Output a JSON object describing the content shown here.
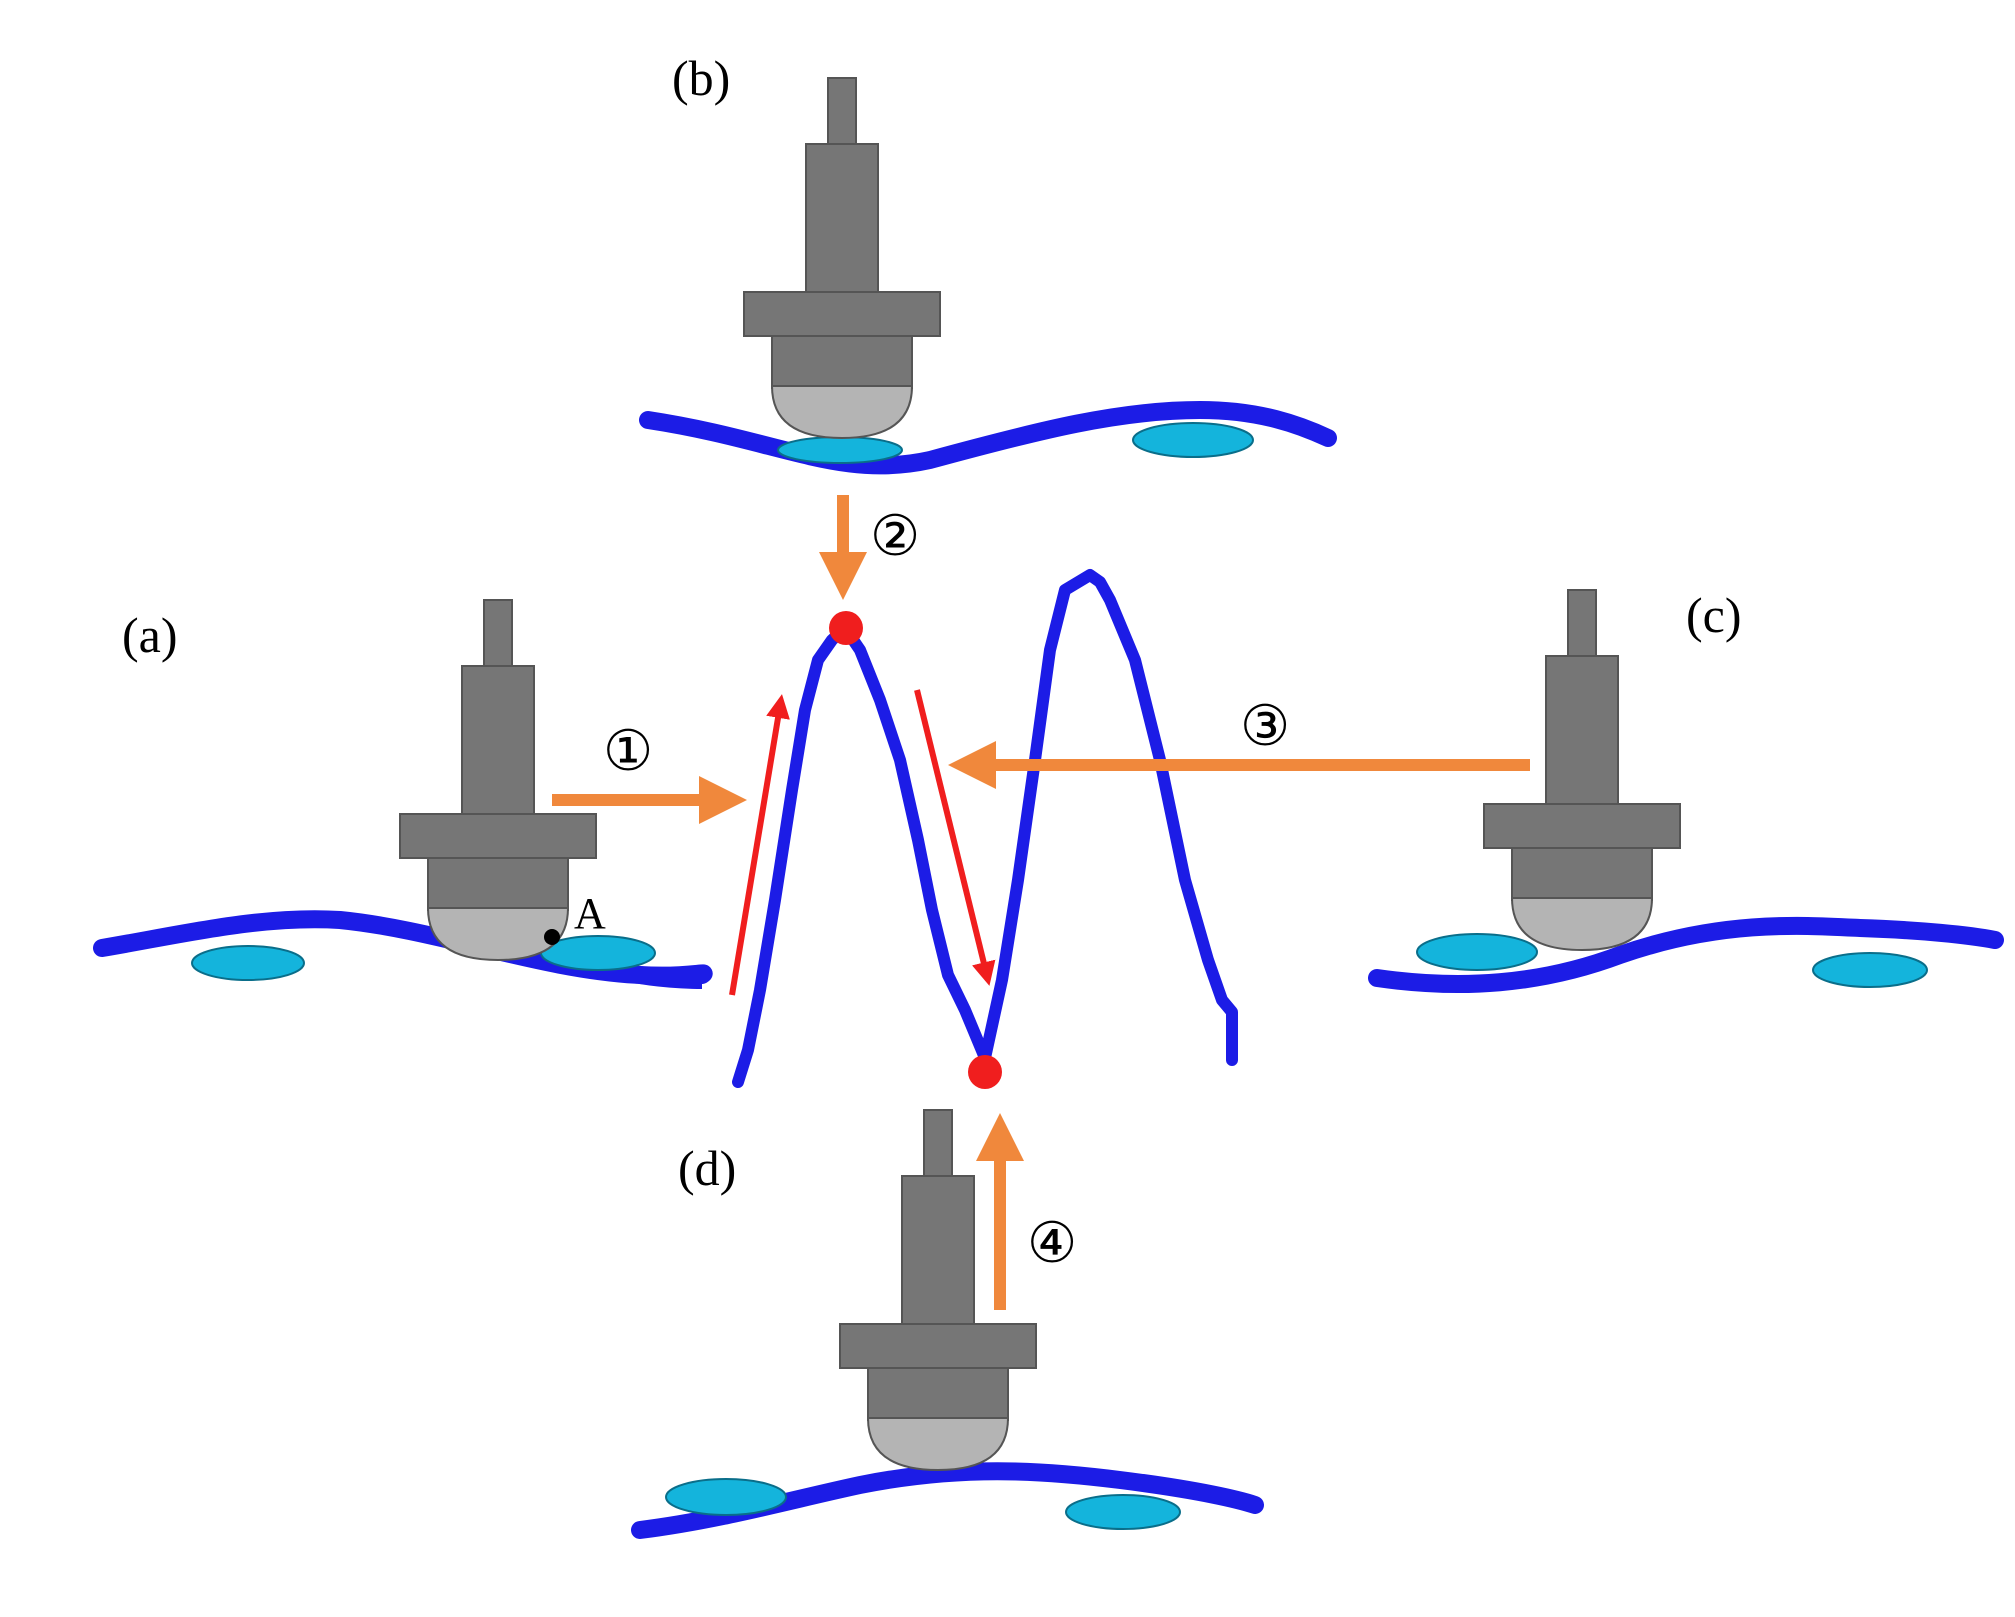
{
  "panels": {
    "a": "(a)",
    "b": "(b)",
    "c": "(c)",
    "d": "(d)"
  },
  "steps": [
    "①",
    "②",
    "③",
    "④"
  ],
  "point_label": "A",
  "colors": {
    "curve": "#1c1ce6",
    "surface": "#1c1ce6",
    "motion_arrow": "#f0883c",
    "path_arrow": "#f01e1e",
    "peak_marker": "#f01e1e",
    "tool_body": "#767676",
    "tool_tip": "#b4b4b4",
    "pad": "#14b4dc"
  }
}
